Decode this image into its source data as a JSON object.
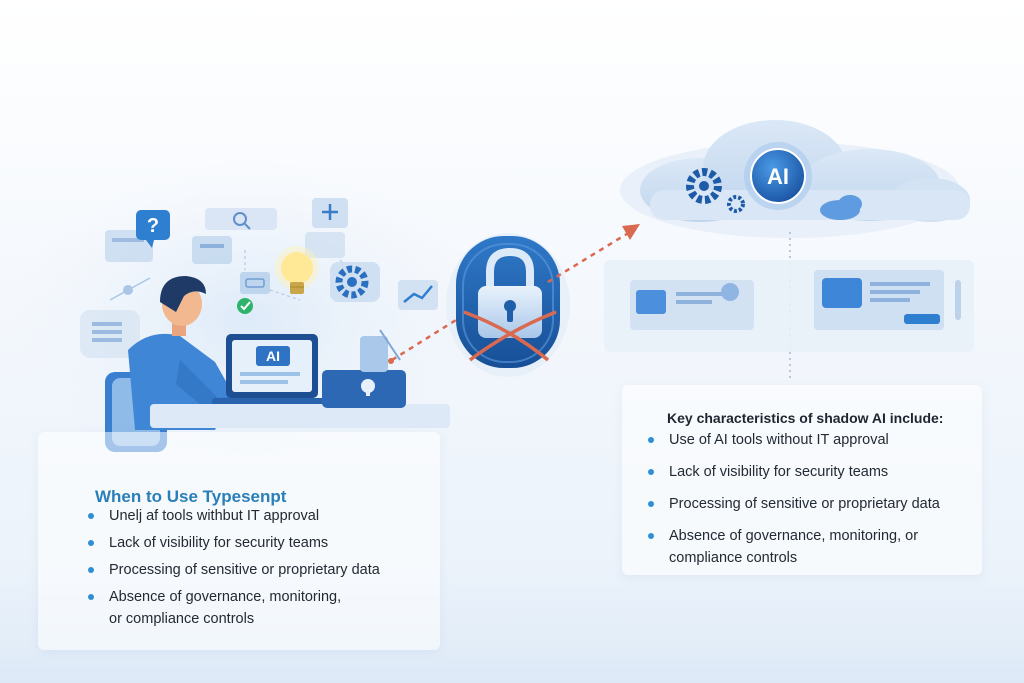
{
  "left_panel": {
    "title": "When to Use Typesenpt",
    "items": [
      "Unelj af  tools withbut IT approval",
      "Lack of visibility for security teams",
      "Processing of sensitive or proprietary data",
      "Absence of governance, monitoring,\nor compliance controls"
    ]
  },
  "right_panel": {
    "title": "Key characteristics of shadow AI include:",
    "items": [
      "Use of AI tools without IT approval",
      "Lack of visibility for security teams",
      "Processing of sensitive or proprietary data",
      "Absence of governance, monitoring, or\ncompliance controls"
    ]
  },
  "illustration": {
    "laptop_label": "AI",
    "cloud_label": "AI",
    "icons": [
      "question-icon",
      "search-icon",
      "lightbulb-icon",
      "gear-icon",
      "checkmark-icon",
      "padlock-icon",
      "cloud-icon",
      "chart-icon"
    ]
  },
  "colors": {
    "accent": "#2f8fd6",
    "title_blue": "#2a7fb8",
    "lock_blue": "#1f5faa",
    "arrow_red": "#d9694f"
  }
}
